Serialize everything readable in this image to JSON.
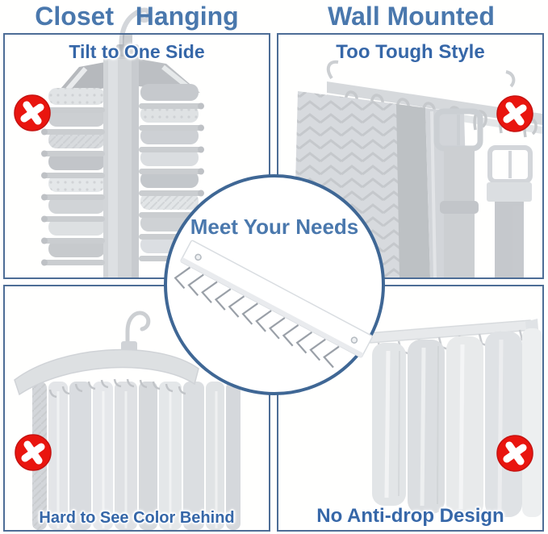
{
  "headers": {
    "left": "Closet   Hanging",
    "right": "Wall Mounted"
  },
  "center": {
    "label": "Meet Your Needs"
  },
  "quadrants": [
    {
      "caption": "Tilt to One Side",
      "photo": "tilting-tie-hanger-photo",
      "mark": "red-circle-x-icon"
    },
    {
      "caption": "Too Tough Style",
      "photo": "wall-mounted-belt-rack-photo",
      "mark": "red-circle-x-icon"
    },
    {
      "caption": "Hard to See Color Behind",
      "photo": "wooden-hanger-ties-photo",
      "mark": "red-circle-x-icon"
    },
    {
      "caption": "No Anti-drop Design",
      "photo": "wall-rack-falling-ties-photo",
      "mark": "red-circle-x-icon"
    }
  ],
  "icons": {
    "prohibited": "red-circle-x-icon"
  },
  "colors": {
    "heading_blue": "#4a78ad",
    "caption_blue": "#3667a8",
    "border_blue": "#4d6d96",
    "circle_border_blue": "#3f6795",
    "prohibited_red": "#e9150f"
  }
}
